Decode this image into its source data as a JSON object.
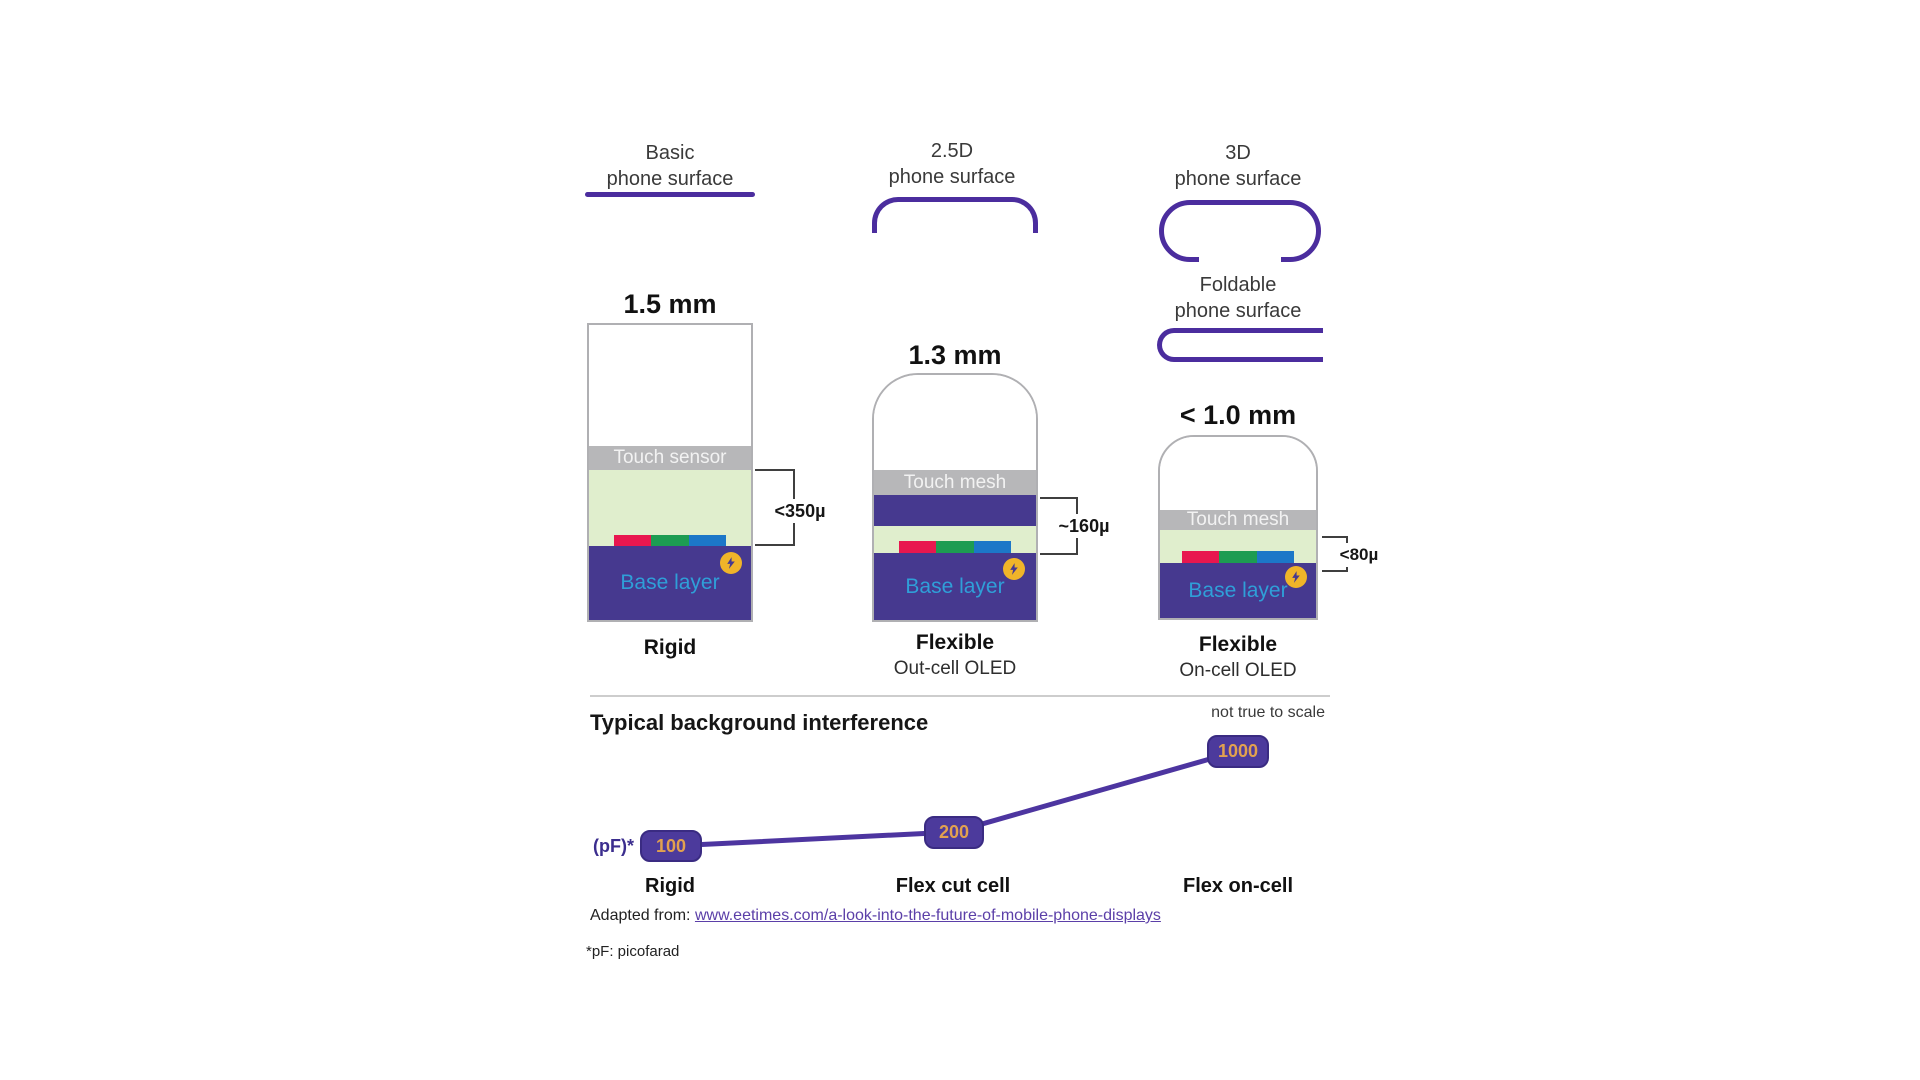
{
  "surfaces": [
    {
      "name": "Basic",
      "caption": "phone surface"
    },
    {
      "name": "2.5D",
      "caption": "phone surface"
    },
    {
      "name": "3D",
      "caption": "phone surface"
    },
    {
      "name": "Foldable",
      "caption": "phone surface"
    }
  ],
  "stacks": [
    {
      "thickness": "1.5 mm",
      "touch_layer": "Touch sensor",
      "base_layer": "Base layer",
      "stack_gap": "<350µ",
      "type": "Rigid",
      "subtype": ""
    },
    {
      "thickness": "1.3 mm",
      "touch_layer": "Touch mesh",
      "base_layer": "Base layer",
      "stack_gap": "~160µ",
      "type": "Flexible",
      "subtype": "Out-cell OLED"
    },
    {
      "thickness": "< 1.0 mm",
      "touch_layer": "Touch mesh",
      "base_layer": "Base layer",
      "stack_gap": "<80µ",
      "type": "Flexible",
      "subtype": "On-cell OLED"
    }
  ],
  "chart_data": {
    "type": "line",
    "title": "Typical background interference",
    "unit_label": "(pF)*",
    "categories": [
      "Rigid",
      "Flex cut cell",
      "Flex on-cell"
    ],
    "values": [
      100,
      200,
      1000
    ],
    "note": "not true to scale",
    "line_color": "#4d35a0",
    "node_fill": "#4c3a9c",
    "value_color": "#e2a14f",
    "legend_position": "none",
    "grid": false
  },
  "footer": {
    "adapted_prefix": "Adapted from: ",
    "link_text": "www.eetimes.com/a-look-into-the-future-of-mobile-phone-displays",
    "footnote": "*pF: picofarad"
  },
  "colors": {
    "icon_purple": "#4b2d9e",
    "base_purple": "#46398f",
    "touch_gray": "#b7b7b9",
    "oled_green": "#e0eecd",
    "rgb_red": "#e8174f",
    "rgb_green": "#1d9c52",
    "rgb_blue": "#1c77c8",
    "base_text_blue": "#2f9fd8",
    "bolt_gold": "#f0b429",
    "link_purple": "#5b3fa8"
  }
}
